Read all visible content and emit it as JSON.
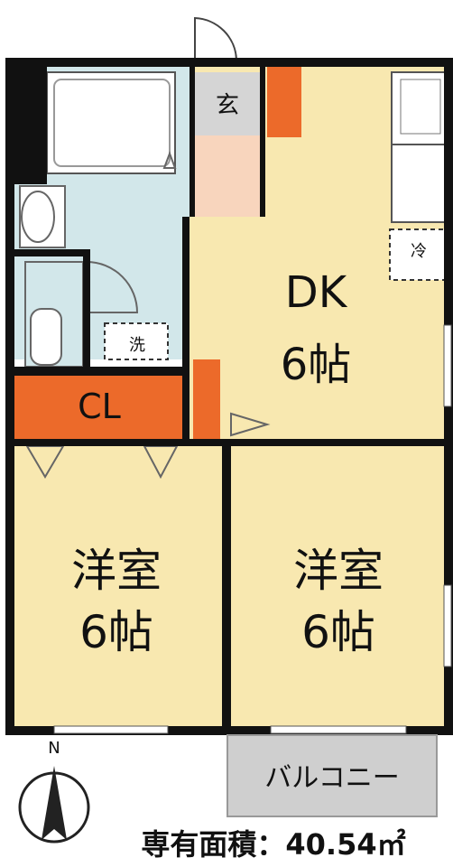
{
  "rooms": {
    "entrance": "玄",
    "dk_name": "DK",
    "dk_size": "6帖",
    "fridge": "冷",
    "washer": "洗",
    "closet": "CL",
    "west_room_name": "洋室",
    "west_room_size": "6帖",
    "east_room_name": "洋室",
    "east_room_size": "6帖",
    "balcony": "バルコニー"
  },
  "compass": {
    "north": "N"
  },
  "footer": {
    "area": "専有面積：40.54㎡"
  },
  "colors": {
    "room_floor": "#f8e8b0",
    "wet_area": "#d2e7ea",
    "entrance": "#f8d5bd",
    "closet": "#ec6a2a",
    "balcony": "#cfcfcf",
    "wall": "#111111"
  }
}
